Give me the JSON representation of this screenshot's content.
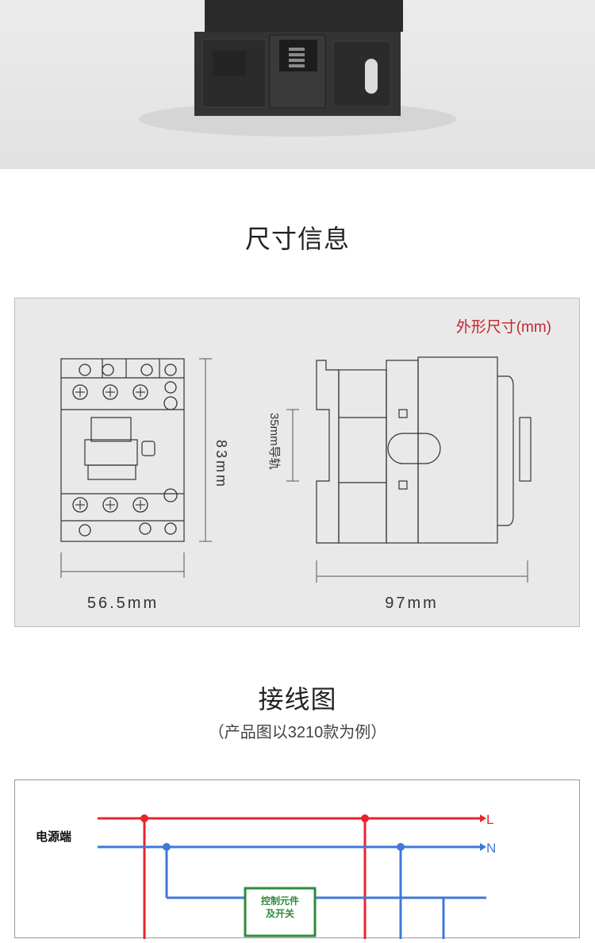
{
  "dimensions_section": {
    "title": "尺寸信息",
    "overall_label": "外形尺寸(mm)",
    "height_label": "83mm",
    "rail_label": "35mm导轨",
    "width_label": "56.5mm",
    "depth_label": "97mm"
  },
  "wiring_section": {
    "title": "接线图",
    "subtitle": "（产品图以3210款为例）",
    "power_label": "电源端",
    "line_l": "L",
    "line_n": "N",
    "control_box_label": "控制元件",
    "control_box_label2": "及开关"
  },
  "colors": {
    "live": "#e8242b",
    "neutral": "#3f78d8",
    "control_box": "#2e8b3a",
    "accent_text": "#c0272d"
  }
}
